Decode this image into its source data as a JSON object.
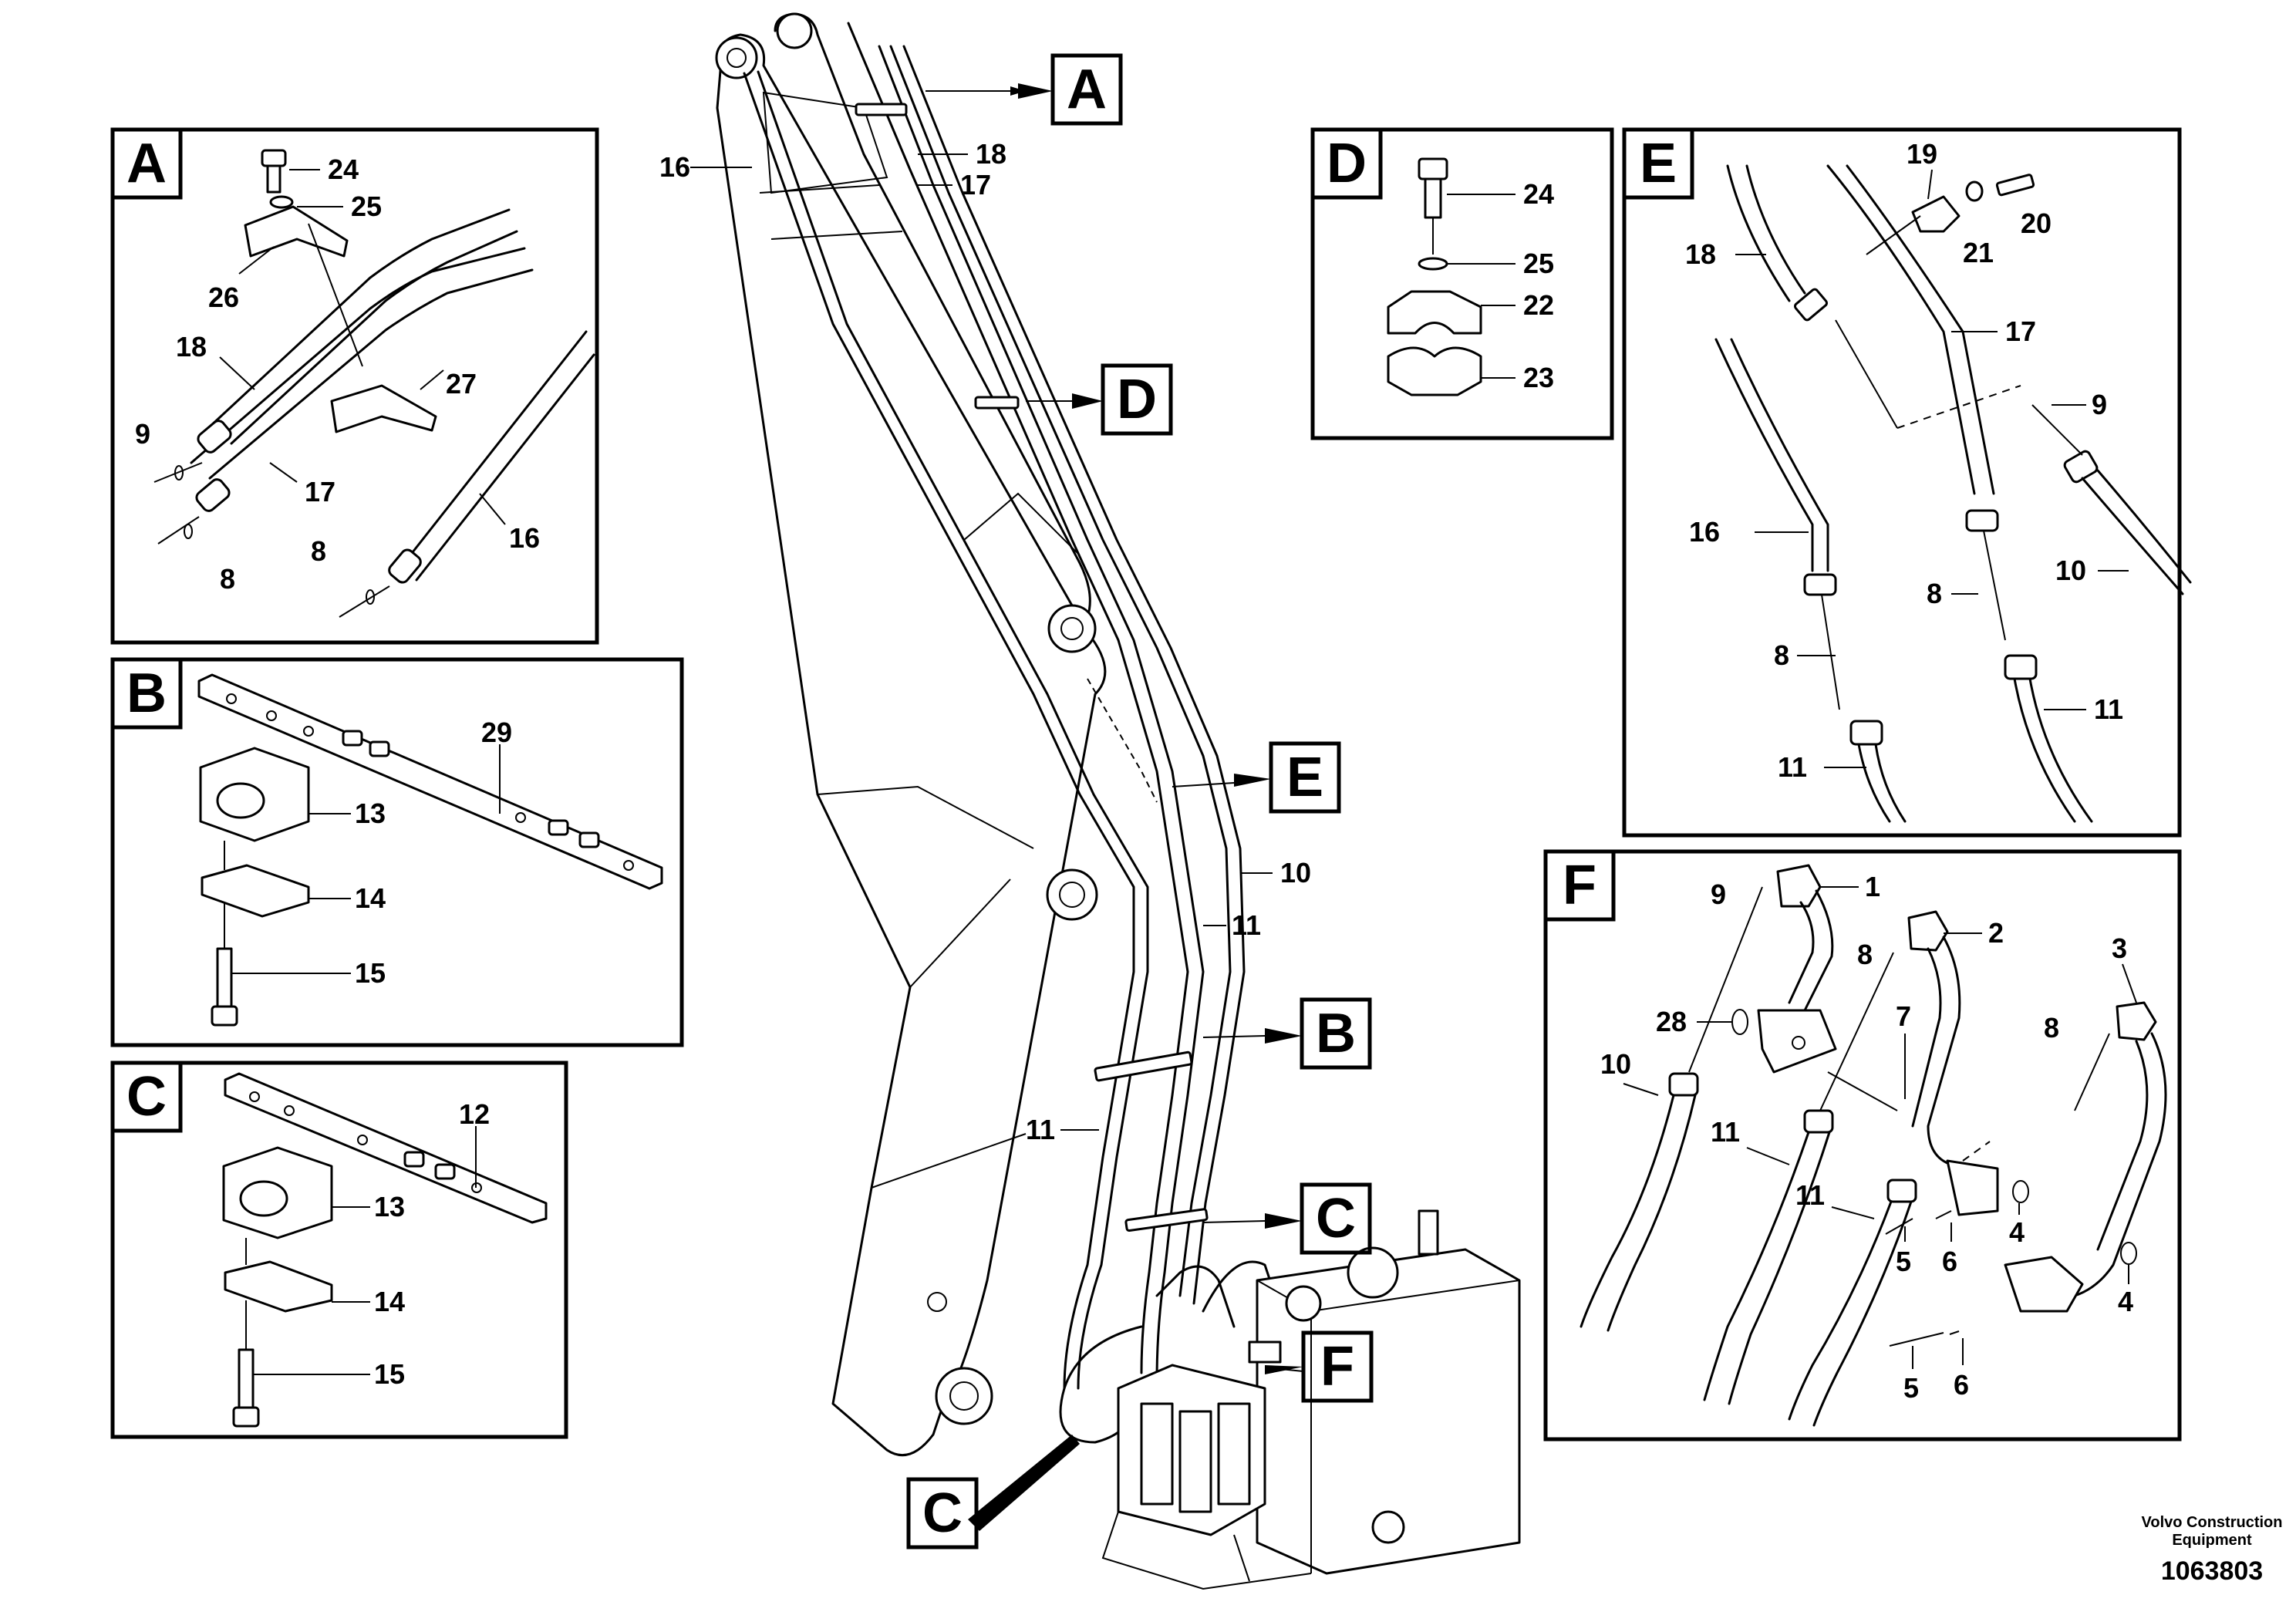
{
  "panel_letters": [
    "A",
    "B",
    "C",
    "D",
    "E",
    "F"
  ],
  "parts": [
    "1",
    "2",
    "3",
    "4",
    "5",
    "6",
    "7",
    "8",
    "9",
    "10",
    "11",
    "12",
    "13",
    "14",
    "15",
    "16",
    "17",
    "18",
    "19",
    "20",
    "21",
    "22",
    "23",
    "24",
    "25",
    "26",
    "27",
    "28",
    "29"
  ],
  "credit": {
    "line1": "Volvo Construction",
    "line2": "Equipment"
  },
  "drawing_number": "1063803"
}
